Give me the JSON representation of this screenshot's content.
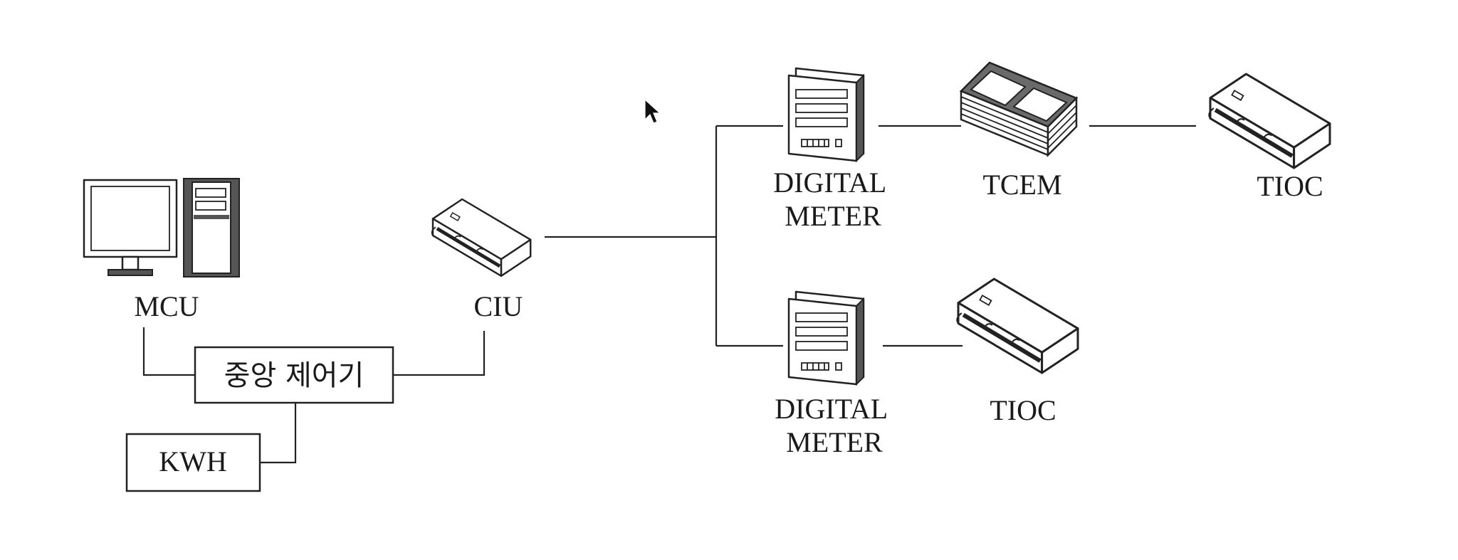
{
  "labels": {
    "mcu": "MCU",
    "ciu": "CIU",
    "central_controller": "중앙 제어기",
    "kwh": "KWH",
    "digital_meter_top": "DIGITAL\nMETER",
    "digital_meter_bottom": "DIGITAL\nMETER",
    "tcem": "TCEM",
    "tioc_top": "TIOC",
    "tioc_bottom": "TIOC"
  },
  "icons": {
    "mcu": "desktop-computer-icon",
    "ciu": "interface-unit-icon",
    "digital_meter": "digital-meter-icon",
    "tcem": "control-module-icon",
    "tioc": "io-controller-icon"
  }
}
